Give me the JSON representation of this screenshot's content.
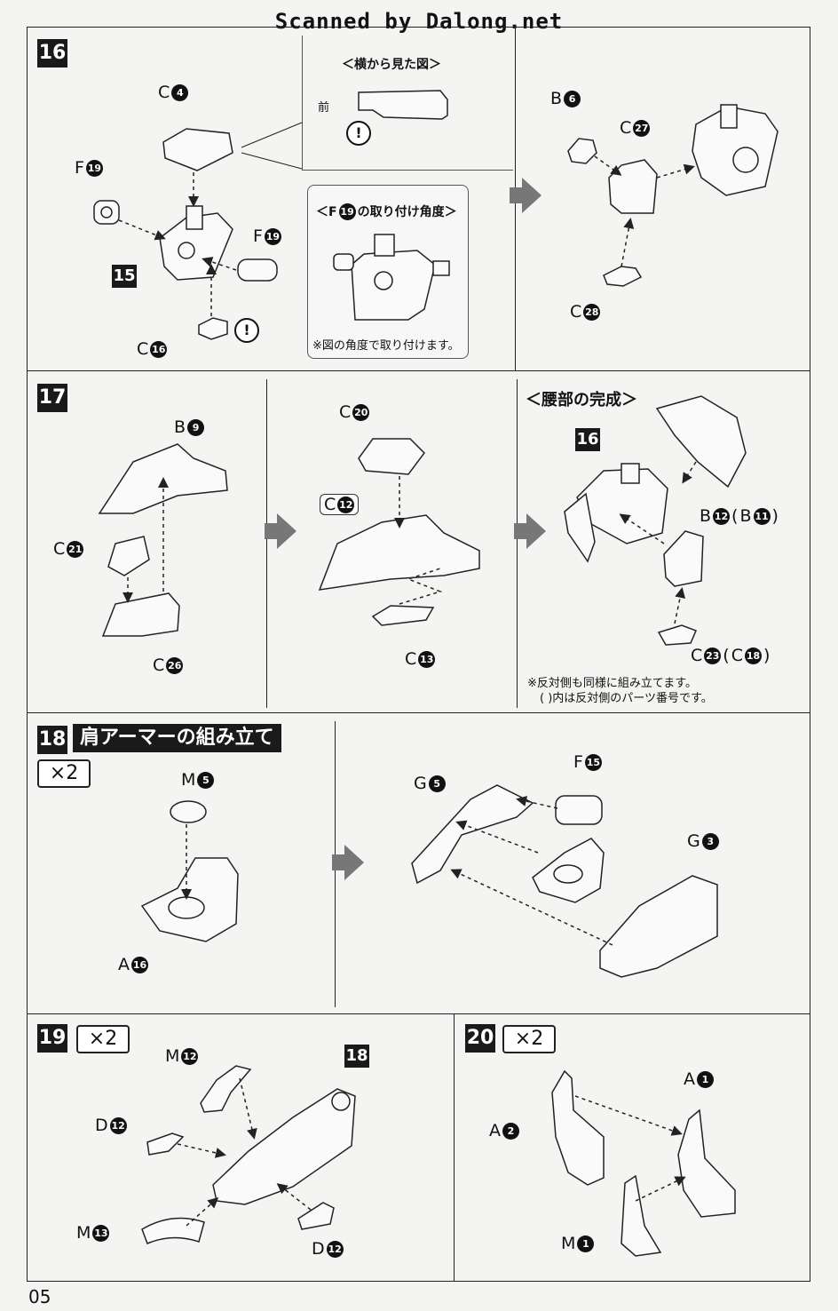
{
  "header": {
    "scan_credit": "Scanned by Dalong.net"
  },
  "page_number": "05",
  "step16": {
    "num": "16",
    "side_view_title": "＜横から見た図＞",
    "front_label": "前",
    "f19_title": "＜F",
    "f19_title_num": "19",
    "f19_title_rest": "の取り付け角度＞",
    "f19_note": "※図の角度で取り付けます。",
    "part15": "15",
    "labels": [
      {
        "letter": "C",
        "num": "4"
      },
      {
        "letter": "F",
        "num": "19"
      },
      {
        "letter": "F",
        "num": "19"
      },
      {
        "letter": "C",
        "num": "16"
      },
      {
        "letter": "B",
        "num": "6"
      },
      {
        "letter": "C",
        "num": "27"
      },
      {
        "letter": "C",
        "num": "28"
      }
    ]
  },
  "step17": {
    "num": "17",
    "waist_title": "＜腰部の完成＞",
    "part16": "16",
    "labels": [
      {
        "letter": "B",
        "num": "9"
      },
      {
        "letter": "C",
        "num": "21"
      },
      {
        "letter": "C",
        "num": "26"
      },
      {
        "letter": "C",
        "num": "20"
      },
      {
        "letter": "C",
        "num": "12"
      },
      {
        "letter": "C",
        "num": "13"
      },
      {
        "letter": "B",
        "num": "12",
        "alt_letter": "B",
        "alt_num": "11"
      },
      {
        "letter": "C",
        "num": "23",
        "alt_letter": "C",
        "alt_num": "18"
      }
    ],
    "note1": "※反対側も同様に組み立てます。",
    "note2": "( )内は反対側のパーツ番号です。"
  },
  "step18": {
    "num": "18",
    "title": "肩アーマーの組み立て",
    "multiplier": "×2",
    "labels": [
      {
        "letter": "M",
        "num": "5"
      },
      {
        "letter": "A",
        "num": "16"
      },
      {
        "letter": "G",
        "num": "5"
      },
      {
        "letter": "F",
        "num": "15"
      },
      {
        "letter": "G",
        "num": "3"
      }
    ]
  },
  "step19": {
    "num": "19",
    "multiplier": "×2",
    "part18": "18",
    "labels": [
      {
        "letter": "M",
        "num": "12"
      },
      {
        "letter": "D",
        "num": "12"
      },
      {
        "letter": "M",
        "num": "13"
      },
      {
        "letter": "D",
        "num": "12"
      }
    ]
  },
  "step20": {
    "num": "20",
    "multiplier": "×2",
    "labels": [
      {
        "letter": "A",
        "num": "1"
      },
      {
        "letter": "A",
        "num": "2"
      },
      {
        "letter": "M",
        "num": "1"
      }
    ]
  },
  "warning_glyph": "!"
}
